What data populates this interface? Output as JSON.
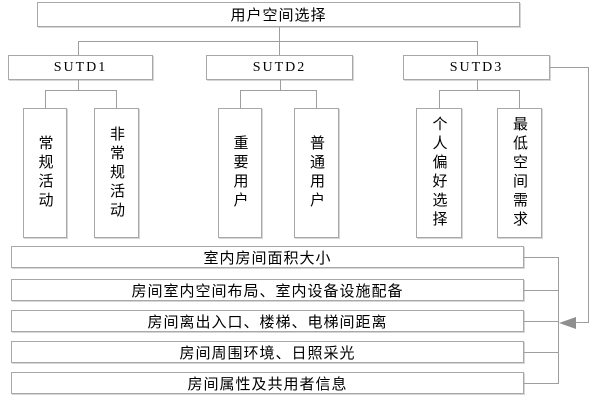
{
  "diagram": {
    "root": {
      "label": "用户空间选择"
    },
    "branches": [
      {
        "label": "SUTD1",
        "children": [
          {
            "label": "常规活动"
          },
          {
            "label": "非常规活动"
          }
        ]
      },
      {
        "label": "SUTD2",
        "children": [
          {
            "label": "重要用户"
          },
          {
            "label": "普通用户"
          }
        ]
      },
      {
        "label": "SUTD3",
        "children": [
          {
            "label": "个人偏好选择"
          },
          {
            "label": "最低空间需求"
          }
        ]
      }
    ],
    "criteria_rows": [
      {
        "label": "室内房间面积大小"
      },
      {
        "label": "房间室内空间布局、室内设备设施配备"
      },
      {
        "label": "房间离出入口、楼梯、电梯间距离"
      },
      {
        "label": "房间周围环境、日照采光"
      },
      {
        "label": "房间属性及共用者信息"
      }
    ],
    "icons": {
      "feedback_arrow": "left-arrowhead"
    },
    "colors": {
      "background": "#ffffff",
      "box_border": "#a8a8a8",
      "line": "#9e9e9e",
      "arrow_fill": "#8f8f8f",
      "text": "#000000"
    }
  }
}
